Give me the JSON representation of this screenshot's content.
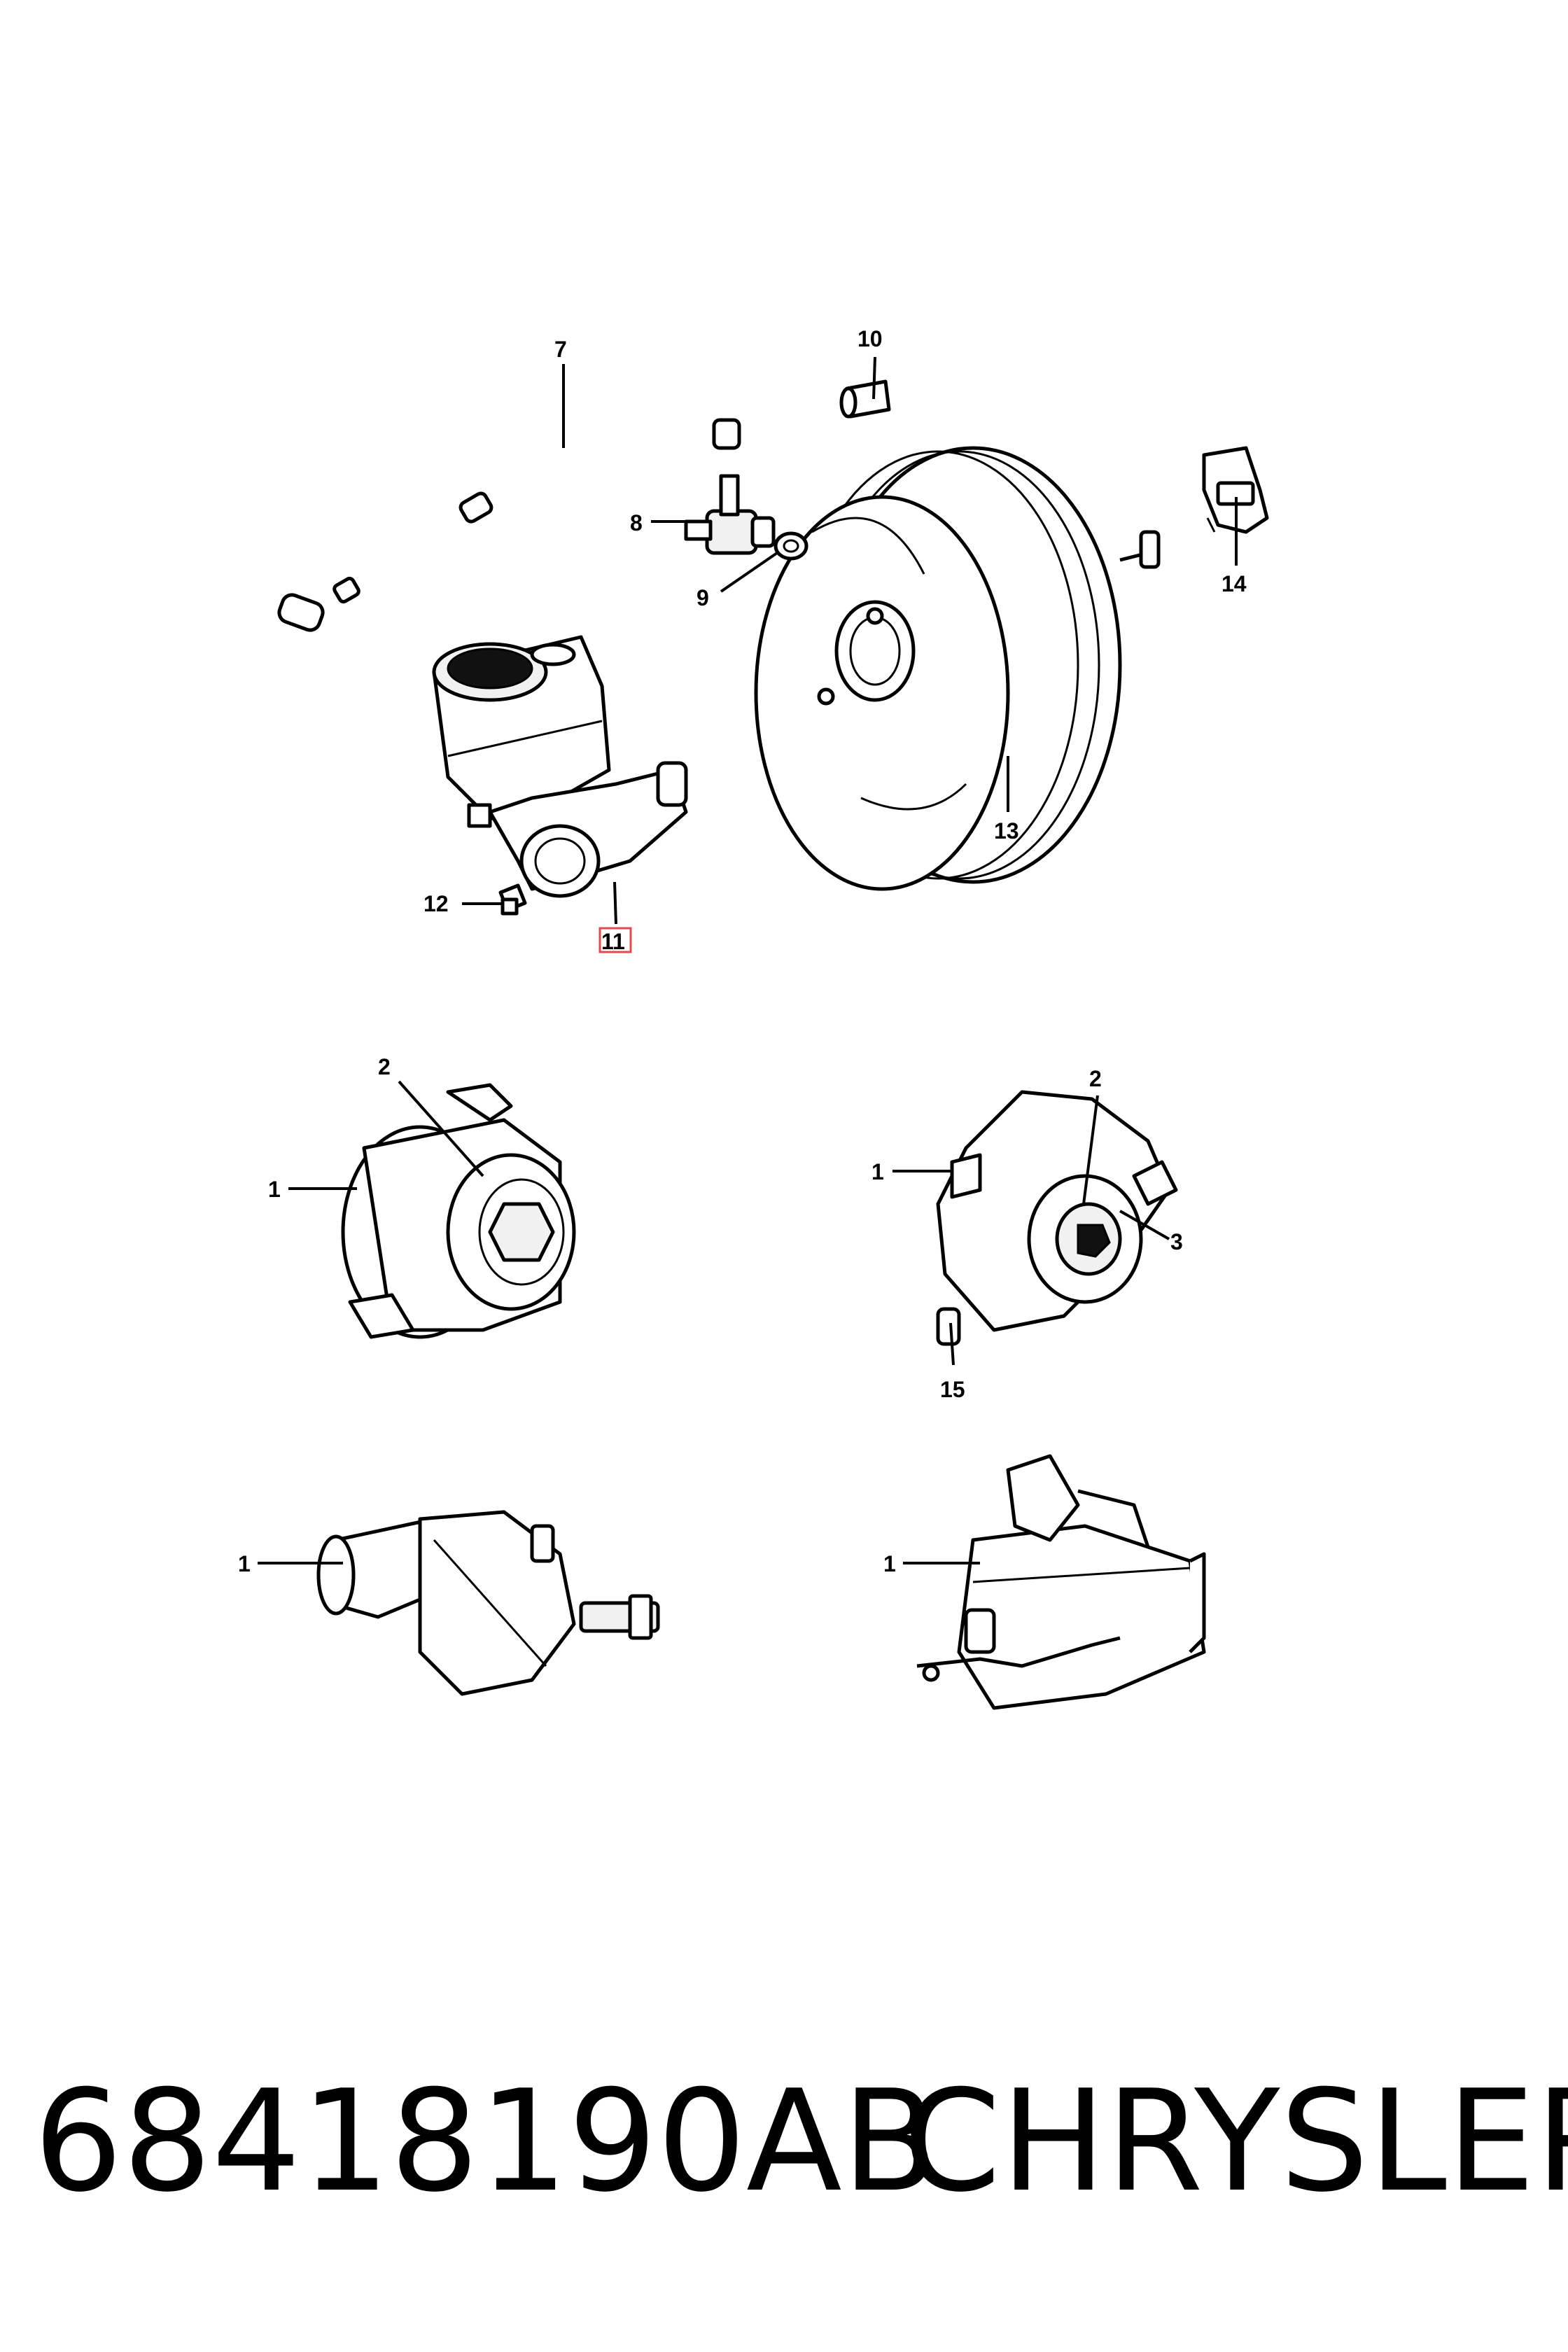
{
  "callouts": {
    "c1a": "1",
    "c1b": "1",
    "c1c": "1",
    "c1d": "1",
    "c2a": "2",
    "c2b": "2",
    "c3": "3",
    "c7": "7",
    "c8": "8",
    "c9": "9",
    "c10": "10",
    "c11": "11",
    "c12": "12",
    "c13": "13",
    "c14": "14",
    "c15": "15"
  },
  "highlight_color": "#e8474f",
  "footer": {
    "part_number": "68418190AB",
    "brand": "CHRYSLER"
  }
}
